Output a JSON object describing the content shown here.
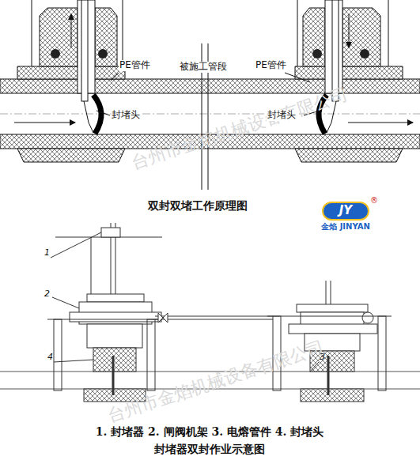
{
  "diagram": {
    "title": "双封双堵工作原理图",
    "caption": "封堵器双封作业示意图",
    "labels": [
      "PE管件",
      "被施工管段",
      "PE管件",
      "封堵头",
      "封堵头",
      "JY",
      "金焰 JINYAN",
      "®",
      "1",
      "2",
      "3",
      "4",
      "1. 封堵器 2. 闸阀机架 3. 电熔管件 4. 封堵头",
      "台州市金焰机械设备有限公司",
      "台州市金焰机械设备有限公司"
    ]
  }
}
